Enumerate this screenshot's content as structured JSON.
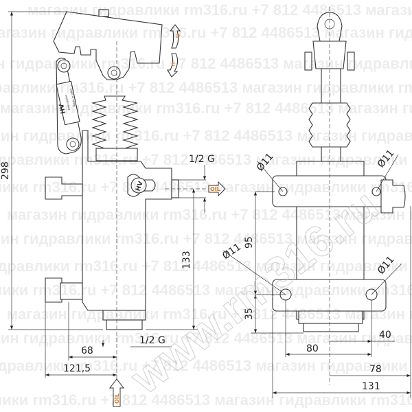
{
  "watermark": {
    "line": "магазин гидравлики rm316.ru +7 812 4486513 магазин гидравлики rm316.ru +7 812 4486513",
    "diagonal": "www.rm316.ru"
  },
  "plate": {
    "brand": "HV",
    "text1": "Description",
    "text2": "Made in ITALY"
  },
  "knob_logo": "HV",
  "arrows": {
    "up_letter": "D",
    "down_letter": "E"
  },
  "oil_label": "OIL",
  "dimensions": {
    "height_total": "298",
    "port_top": "1/2 G",
    "port_bottom": "1/2 G",
    "port_height": "133",
    "dim_68": "68",
    "dim_121_5": "121,5",
    "dim_95": "95",
    "dim_35": "35",
    "hole_dia": "Ø11",
    "dim_80": "80",
    "dim_40": "40",
    "dim_78": "78",
    "dim_131": "131"
  },
  "colors": {
    "accent": "#e07a10",
    "line": "#333333"
  }
}
